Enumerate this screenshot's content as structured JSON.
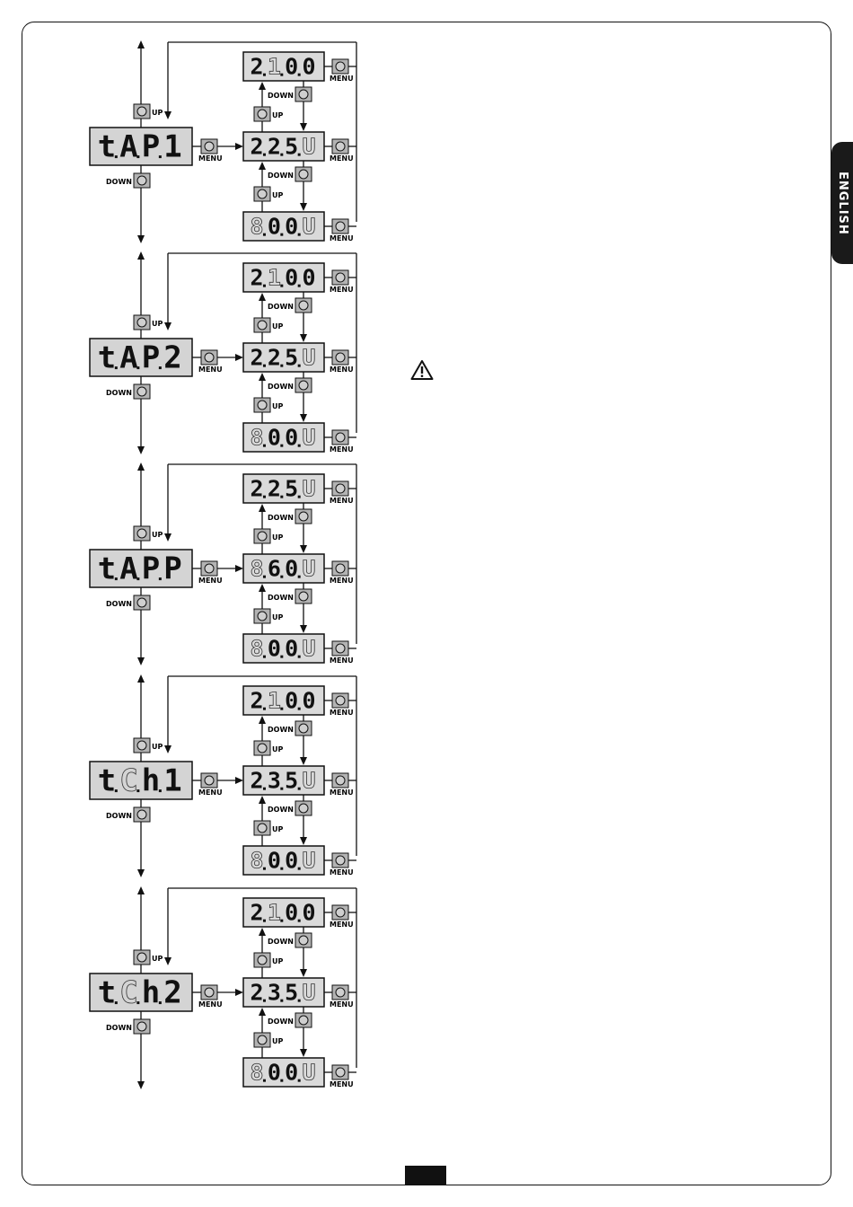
{
  "side_tab": {
    "language": "ENGLISH"
  },
  "labels": {
    "up": "UP",
    "down": "DOWN",
    "menu": "MENU"
  },
  "groups": [
    {
      "main": [
        {
          "c": "t",
          "on": true,
          "dp": true
        },
        {
          "c": "A",
          "on": true,
          "dp": true
        },
        {
          "c": "P",
          "on": true,
          "dp": true
        },
        {
          "c": "1",
          "on": true,
          "dp": false
        }
      ],
      "values": [
        [
          {
            "c": "2",
            "on": true,
            "dp": true
          },
          {
            "c": "1",
            "on": false,
            "dp": true
          },
          {
            "c": "0",
            "on": true,
            "dp": true
          },
          {
            "c": "0",
            "on": true,
            "dp": false
          }
        ],
        [
          {
            "c": "2",
            "on": true,
            "dp": true
          },
          {
            "c": "2",
            "on": true,
            "dp": true
          },
          {
            "c": "5",
            "on": true,
            "dp": true
          },
          {
            "c": "U",
            "on": false,
            "dp": false
          }
        ],
        [
          {
            "c": "8",
            "on": false,
            "dp": true
          },
          {
            "c": "0",
            "on": true,
            "dp": true
          },
          {
            "c": "0",
            "on": true,
            "dp": true
          },
          {
            "c": "U",
            "on": false,
            "dp": false
          }
        ]
      ]
    },
    {
      "main": [
        {
          "c": "t",
          "on": true,
          "dp": true
        },
        {
          "c": "A",
          "on": true,
          "dp": true
        },
        {
          "c": "P",
          "on": true,
          "dp": true
        },
        {
          "c": "2",
          "on": true,
          "dp": false
        }
      ],
      "values": [
        [
          {
            "c": "2",
            "on": true,
            "dp": true
          },
          {
            "c": "1",
            "on": false,
            "dp": true
          },
          {
            "c": "0",
            "on": true,
            "dp": true
          },
          {
            "c": "0",
            "on": true,
            "dp": false
          }
        ],
        [
          {
            "c": "2",
            "on": true,
            "dp": true
          },
          {
            "c": "2",
            "on": true,
            "dp": true
          },
          {
            "c": "5",
            "on": true,
            "dp": true
          },
          {
            "c": "U",
            "on": false,
            "dp": false
          }
        ],
        [
          {
            "c": "8",
            "on": false,
            "dp": true
          },
          {
            "c": "0",
            "on": true,
            "dp": true
          },
          {
            "c": "0",
            "on": true,
            "dp": true
          },
          {
            "c": "U",
            "on": false,
            "dp": false
          }
        ]
      ]
    },
    {
      "main": [
        {
          "c": "t",
          "on": true,
          "dp": true
        },
        {
          "c": "A",
          "on": true,
          "dp": true
        },
        {
          "c": "P",
          "on": true,
          "dp": true
        },
        {
          "c": "P",
          "on": true,
          "dp": false
        }
      ],
      "values": [
        [
          {
            "c": "2",
            "on": true,
            "dp": true
          },
          {
            "c": "2",
            "on": true,
            "dp": true
          },
          {
            "c": "5",
            "on": true,
            "dp": true
          },
          {
            "c": "U",
            "on": false,
            "dp": false
          }
        ],
        [
          {
            "c": "8",
            "on": false,
            "dp": true
          },
          {
            "c": "6",
            "on": true,
            "dp": true
          },
          {
            "c": "0",
            "on": true,
            "dp": true
          },
          {
            "c": "U",
            "on": false,
            "dp": false
          }
        ],
        [
          {
            "c": "8",
            "on": false,
            "dp": true
          },
          {
            "c": "0",
            "on": true,
            "dp": true
          },
          {
            "c": "0",
            "on": true,
            "dp": true
          },
          {
            "c": "U",
            "on": false,
            "dp": false
          }
        ]
      ]
    },
    {
      "main": [
        {
          "c": "t",
          "on": true,
          "dp": true
        },
        {
          "c": "C",
          "on": false,
          "dp": true
        },
        {
          "c": "h",
          "on": true,
          "dp": true
        },
        {
          "c": "1",
          "on": true,
          "dp": false
        }
      ],
      "values": [
        [
          {
            "c": "2",
            "on": true,
            "dp": true
          },
          {
            "c": "1",
            "on": false,
            "dp": true
          },
          {
            "c": "0",
            "on": true,
            "dp": true
          },
          {
            "c": "0",
            "on": true,
            "dp": false
          }
        ],
        [
          {
            "c": "2",
            "on": true,
            "dp": true
          },
          {
            "c": "3",
            "on": true,
            "dp": true
          },
          {
            "c": "5",
            "on": true,
            "dp": true
          },
          {
            "c": "U",
            "on": false,
            "dp": false
          }
        ],
        [
          {
            "c": "8",
            "on": false,
            "dp": true
          },
          {
            "c": "0",
            "on": true,
            "dp": true
          },
          {
            "c": "0",
            "on": true,
            "dp": true
          },
          {
            "c": "U",
            "on": false,
            "dp": false
          }
        ]
      ]
    },
    {
      "main": [
        {
          "c": "t",
          "on": true,
          "dp": true
        },
        {
          "c": "C",
          "on": false,
          "dp": true
        },
        {
          "c": "h",
          "on": true,
          "dp": true
        },
        {
          "c": "2",
          "on": true,
          "dp": false
        }
      ],
      "values": [
        [
          {
            "c": "2",
            "on": true,
            "dp": true
          },
          {
            "c": "1",
            "on": false,
            "dp": true
          },
          {
            "c": "0",
            "on": true,
            "dp": true
          },
          {
            "c": "0",
            "on": true,
            "dp": false
          }
        ],
        [
          {
            "c": "2",
            "on": true,
            "dp": true
          },
          {
            "c": "3",
            "on": true,
            "dp": true
          },
          {
            "c": "5",
            "on": true,
            "dp": true
          },
          {
            "c": "U",
            "on": false,
            "dp": false
          }
        ],
        [
          {
            "c": "8",
            "on": false,
            "dp": true
          },
          {
            "c": "0",
            "on": true,
            "dp": true
          },
          {
            "c": "0",
            "on": true,
            "dp": true
          },
          {
            "c": "U",
            "on": false,
            "dp": false
          }
        ]
      ]
    }
  ],
  "icons": {
    "warning": "warning-triangle-icon"
  }
}
